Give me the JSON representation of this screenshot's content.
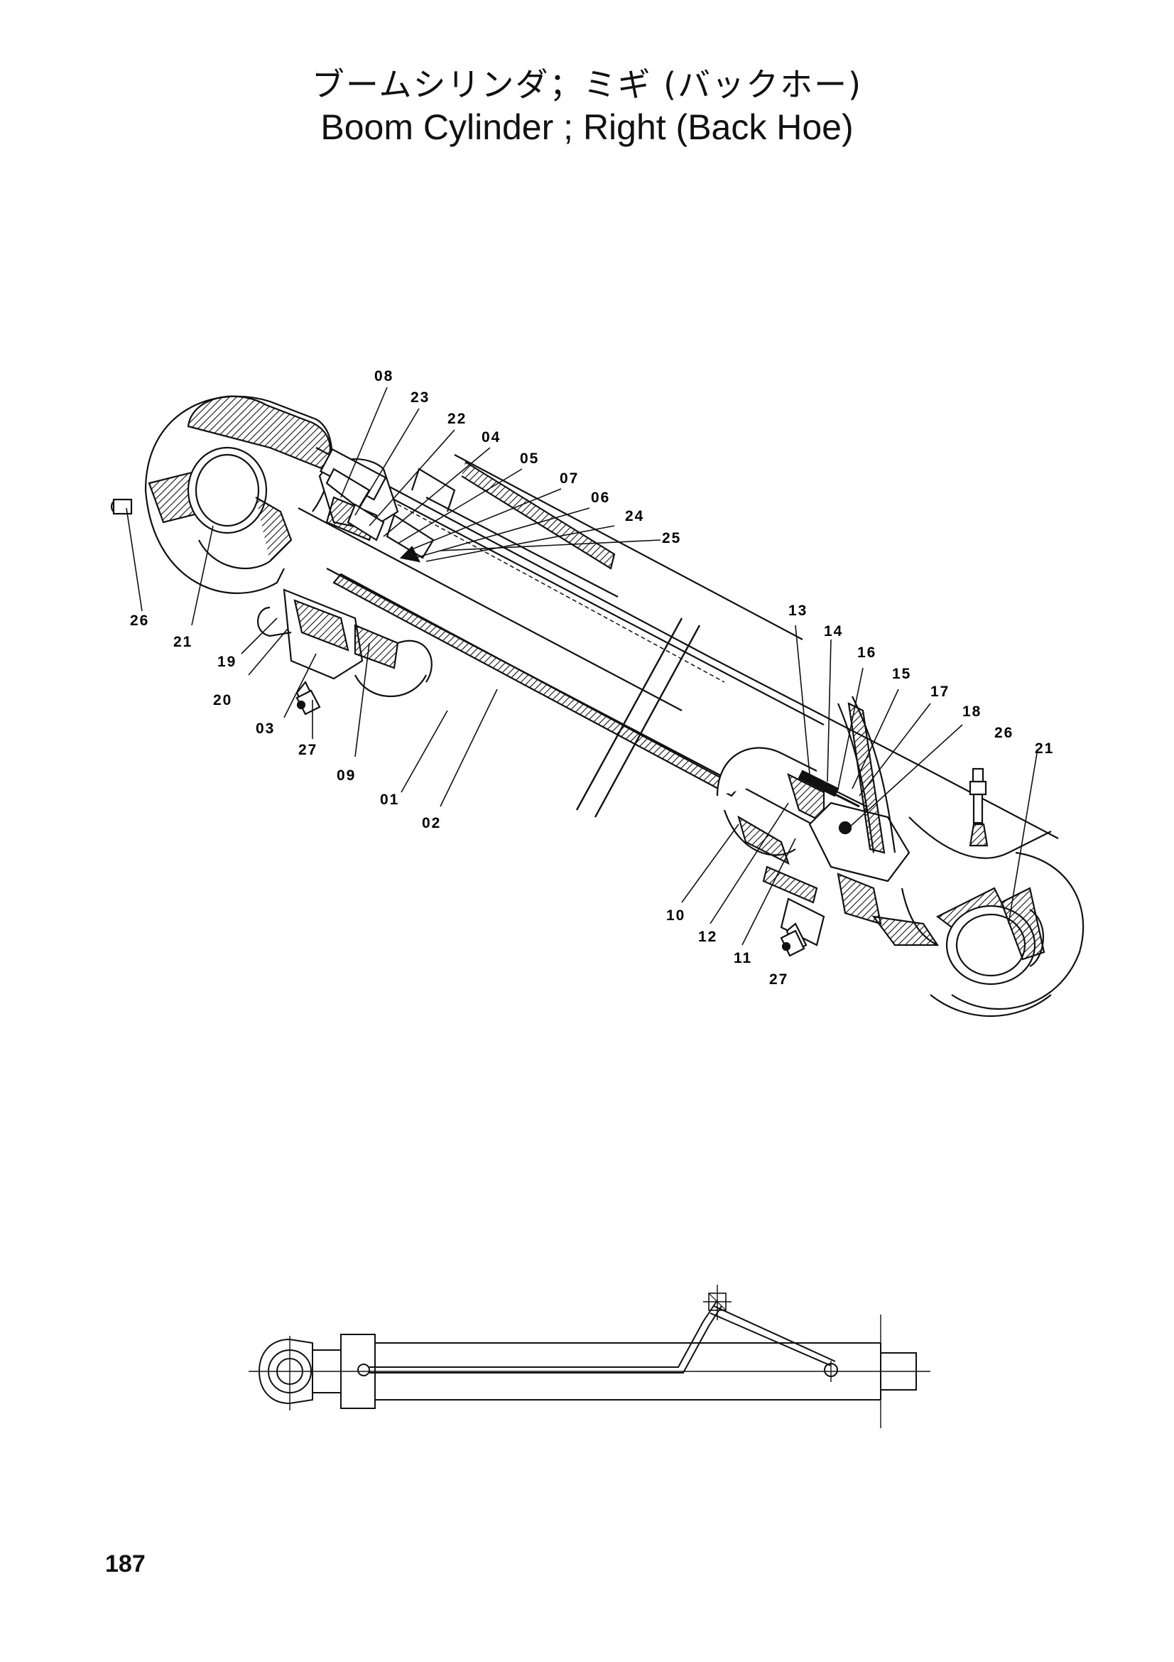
{
  "title": {
    "japanese": "ブームシリンダ；ミギ (バックホー)",
    "english": "Boom Cylinder ; Right  (Back Hoe)"
  },
  "callouts": [
    {
      "label": "08"
    },
    {
      "label": "23"
    },
    {
      "label": "22"
    },
    {
      "label": "04"
    },
    {
      "label": "05"
    },
    {
      "label": "07"
    },
    {
      "label": "06"
    },
    {
      "label": "24"
    },
    {
      "label": "25"
    },
    {
      "label": "26"
    },
    {
      "label": "21"
    },
    {
      "label": "19"
    },
    {
      "label": "20"
    },
    {
      "label": "03"
    },
    {
      "label": "27"
    },
    {
      "label": "09"
    },
    {
      "label": "01"
    },
    {
      "label": "02"
    },
    {
      "label": "13"
    },
    {
      "label": "14"
    },
    {
      "label": "16"
    },
    {
      "label": "15"
    },
    {
      "label": "17"
    },
    {
      "label": "18"
    },
    {
      "label": "26"
    },
    {
      "label": "21"
    },
    {
      "label": "10"
    },
    {
      "label": "12"
    },
    {
      "label": "11"
    },
    {
      "label": "27"
    }
  ],
  "page_number": "187",
  "colors": {
    "ink": "#111111",
    "paper": "#ffffff"
  }
}
